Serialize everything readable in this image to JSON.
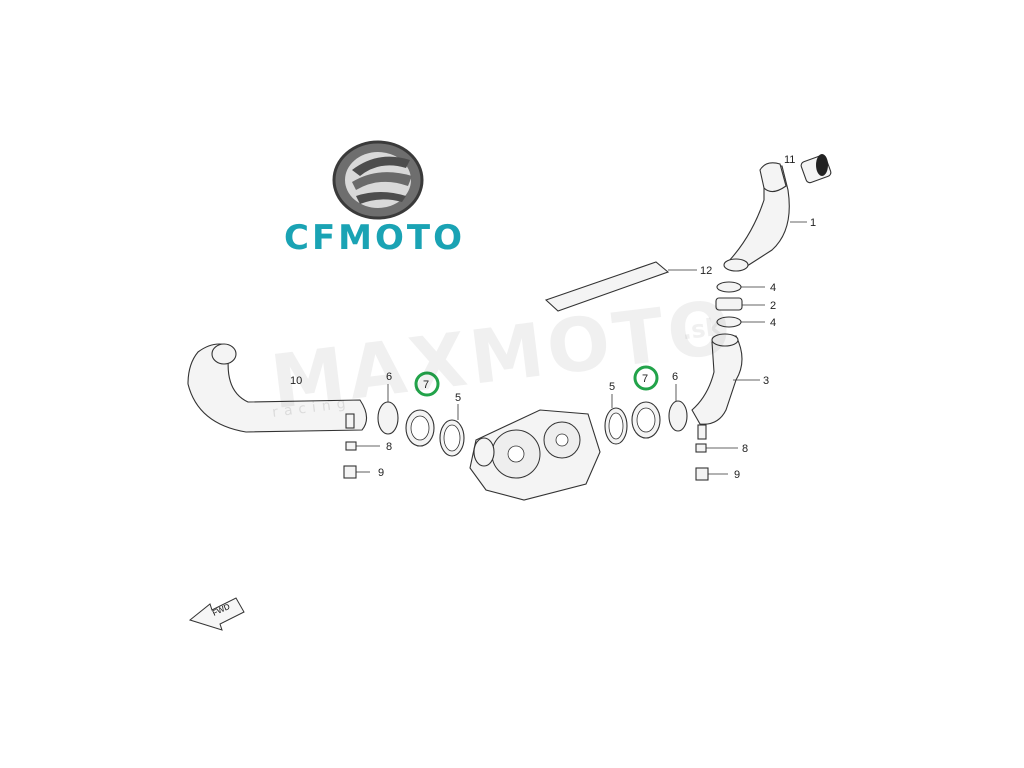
{
  "brand": {
    "name": "CFMOTO",
    "color": "#1aa3b4"
  },
  "watermark": {
    "text": "MAXMOTO",
    "subtext": "racing",
    "suffix": ".sk"
  },
  "fwd_label": "FWD",
  "highlight_color": "#22a34a",
  "callouts": [
    "11",
    "1",
    "12",
    "4",
    "2",
    "4",
    "3",
    "10",
    "6",
    "7",
    "5",
    "5",
    "7",
    "6",
    "8",
    "9",
    "8",
    "9"
  ]
}
